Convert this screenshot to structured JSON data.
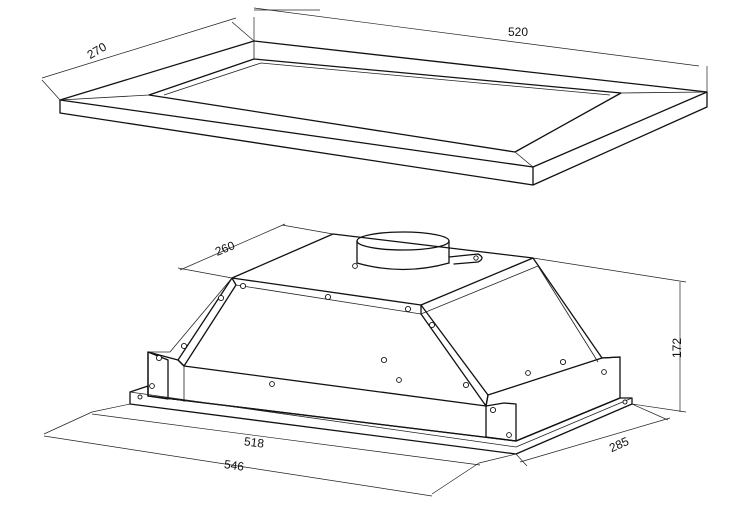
{
  "dimensions": {
    "frame_width": "520",
    "frame_depth": "270",
    "unit_top_depth": "260",
    "unit_height": "172",
    "unit_inner_width": "518",
    "unit_outer_width": "546",
    "unit_depth": "285"
  },
  "colors": {
    "line": "#111111",
    "background": "#ffffff"
  }
}
